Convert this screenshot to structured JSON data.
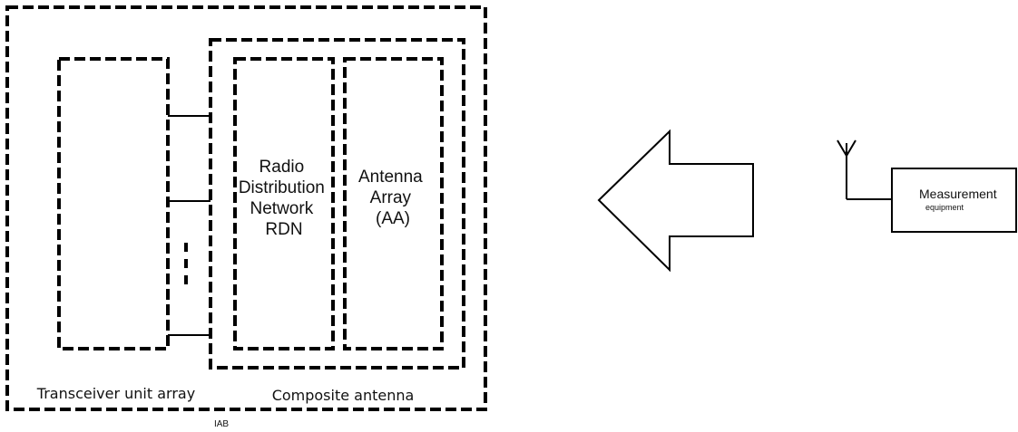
{
  "labels": {
    "transceiver_unit_array": "Transceiver unit array",
    "composite_antenna": "Composite antenna",
    "iab": "IAB",
    "rdn": [
      "Radio",
      "Distribution",
      "Network",
      "RDN"
    ],
    "antenna_array": [
      "Antenna",
      "Array",
      "(AA)"
    ],
    "measurement": "Measurement",
    "equipment": "equipment"
  },
  "icons": {
    "arrow": "left-arrow-icon",
    "antenna": "antenna-icon"
  },
  "colors": {
    "stroke": "#000000",
    "background": "#ffffff"
  }
}
